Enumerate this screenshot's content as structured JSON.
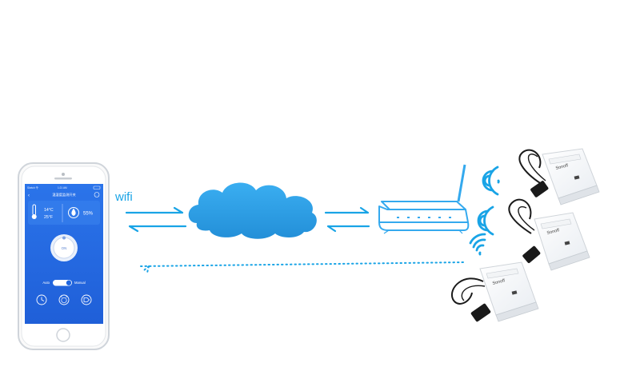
{
  "labels": {
    "wifi": "wifi"
  },
  "phone_app": {
    "status_carrier": "Sketch 令",
    "status_time": "1:21 AM",
    "title": "温湿度监测开关",
    "temperature_c": "14°C",
    "temperature_f": "25°F",
    "humidity": "55%",
    "power_state": "ON",
    "mode_auto": "Auto",
    "mode_manual": "Manual",
    "bottom_icons": [
      "timer-icon",
      "alarm-icon",
      "tag-icon"
    ]
  },
  "device_brand": "Sonoff",
  "colors": {
    "accent_blue": "#19a4e6",
    "app_blue": "#1f66e0",
    "cloud_blue": "#2b9be3",
    "router_outline": "#34a9ee"
  }
}
